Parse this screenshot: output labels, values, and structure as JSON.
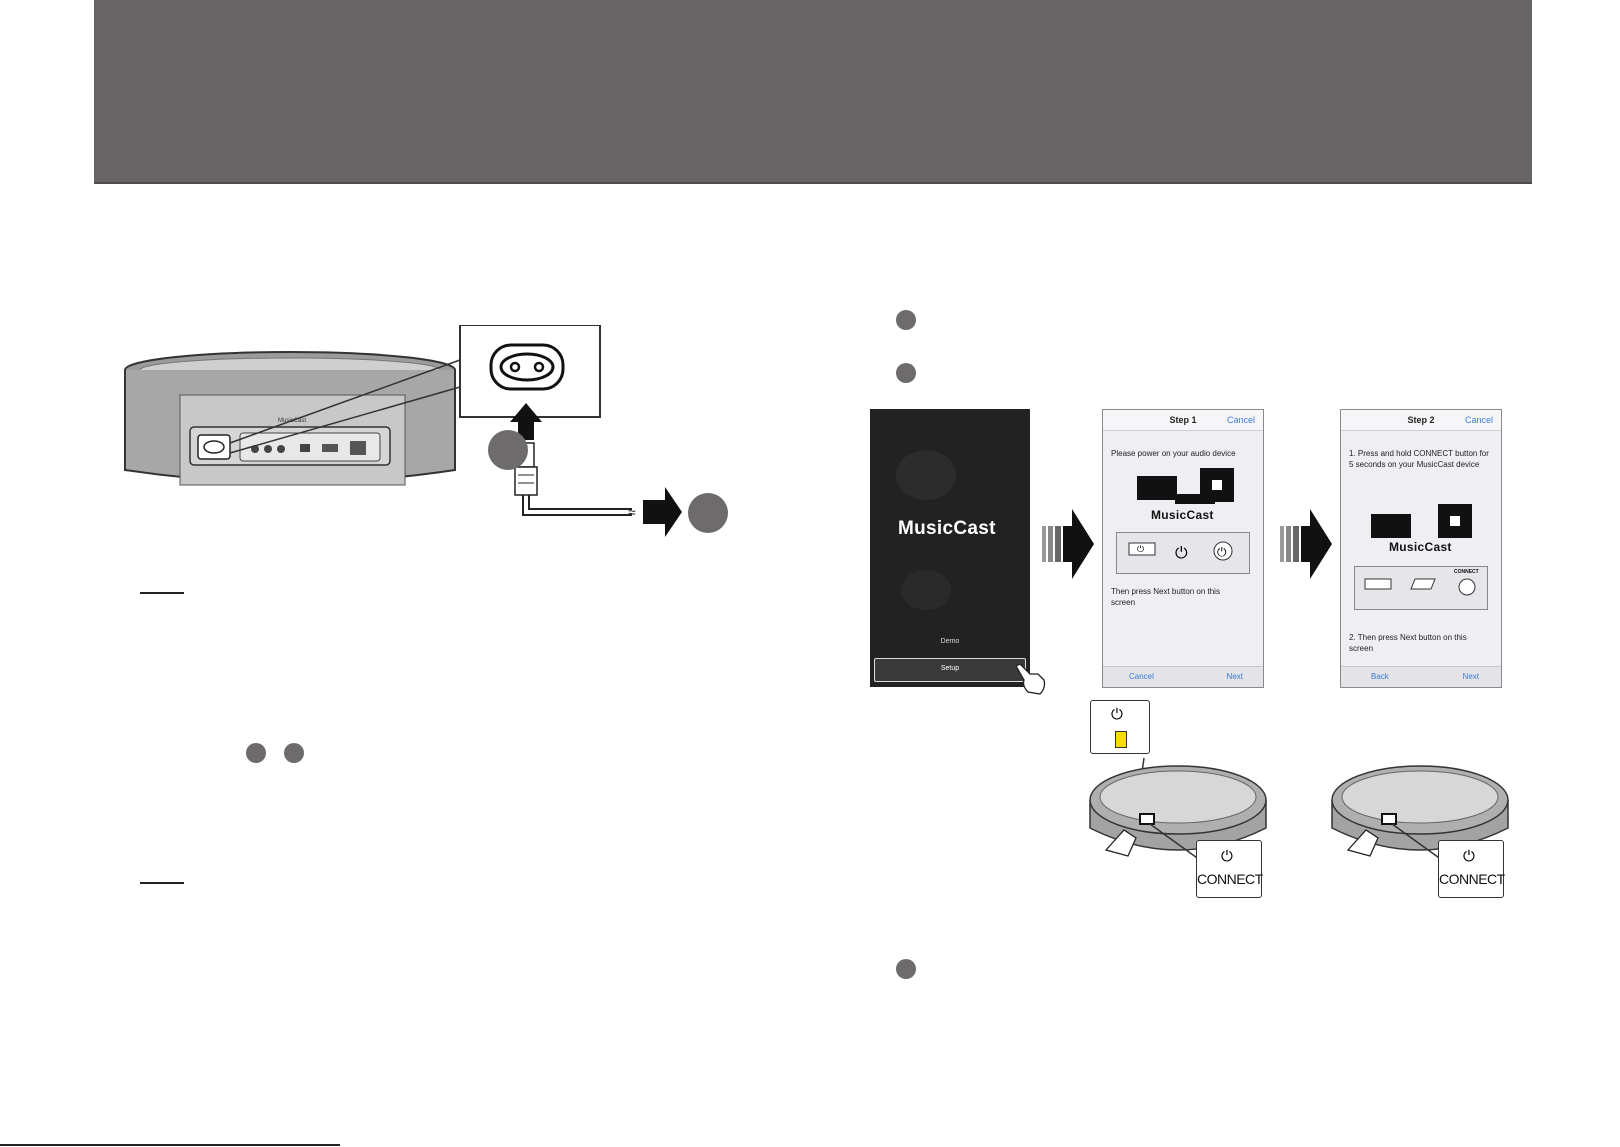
{
  "header": {
    "color": "#666465"
  },
  "illustration_left": {
    "device_brand_mark": "MusicCast"
  },
  "app": {
    "launch_screen": {
      "logo": "MusicCast",
      "demo_label": "Demo",
      "setup_label": "Setup"
    },
    "step1": {
      "title": "Step 1",
      "cancel_top": "Cancel",
      "instruction": "Please power on your audio device",
      "logo": "MusicCast",
      "then_text": "Then press Next button on this screen",
      "footer_left": "Cancel",
      "footer_right": "Next"
    },
    "step2": {
      "title": "Step 2",
      "cancel_top": "Cancel",
      "instruction": "1. Press and hold CONNECT button for 5 seconds on your MusicCast device",
      "logo": "MusicCast",
      "connect_small": "CONNECT",
      "then_text": "2. Then press Next button on this screen",
      "footer_left": "Back",
      "footer_right": "Next"
    }
  },
  "device_callouts": {
    "connect_label_1": "CONNECT",
    "connect_label_2": "CONNECT",
    "status_led_color": "#f5dd00"
  }
}
